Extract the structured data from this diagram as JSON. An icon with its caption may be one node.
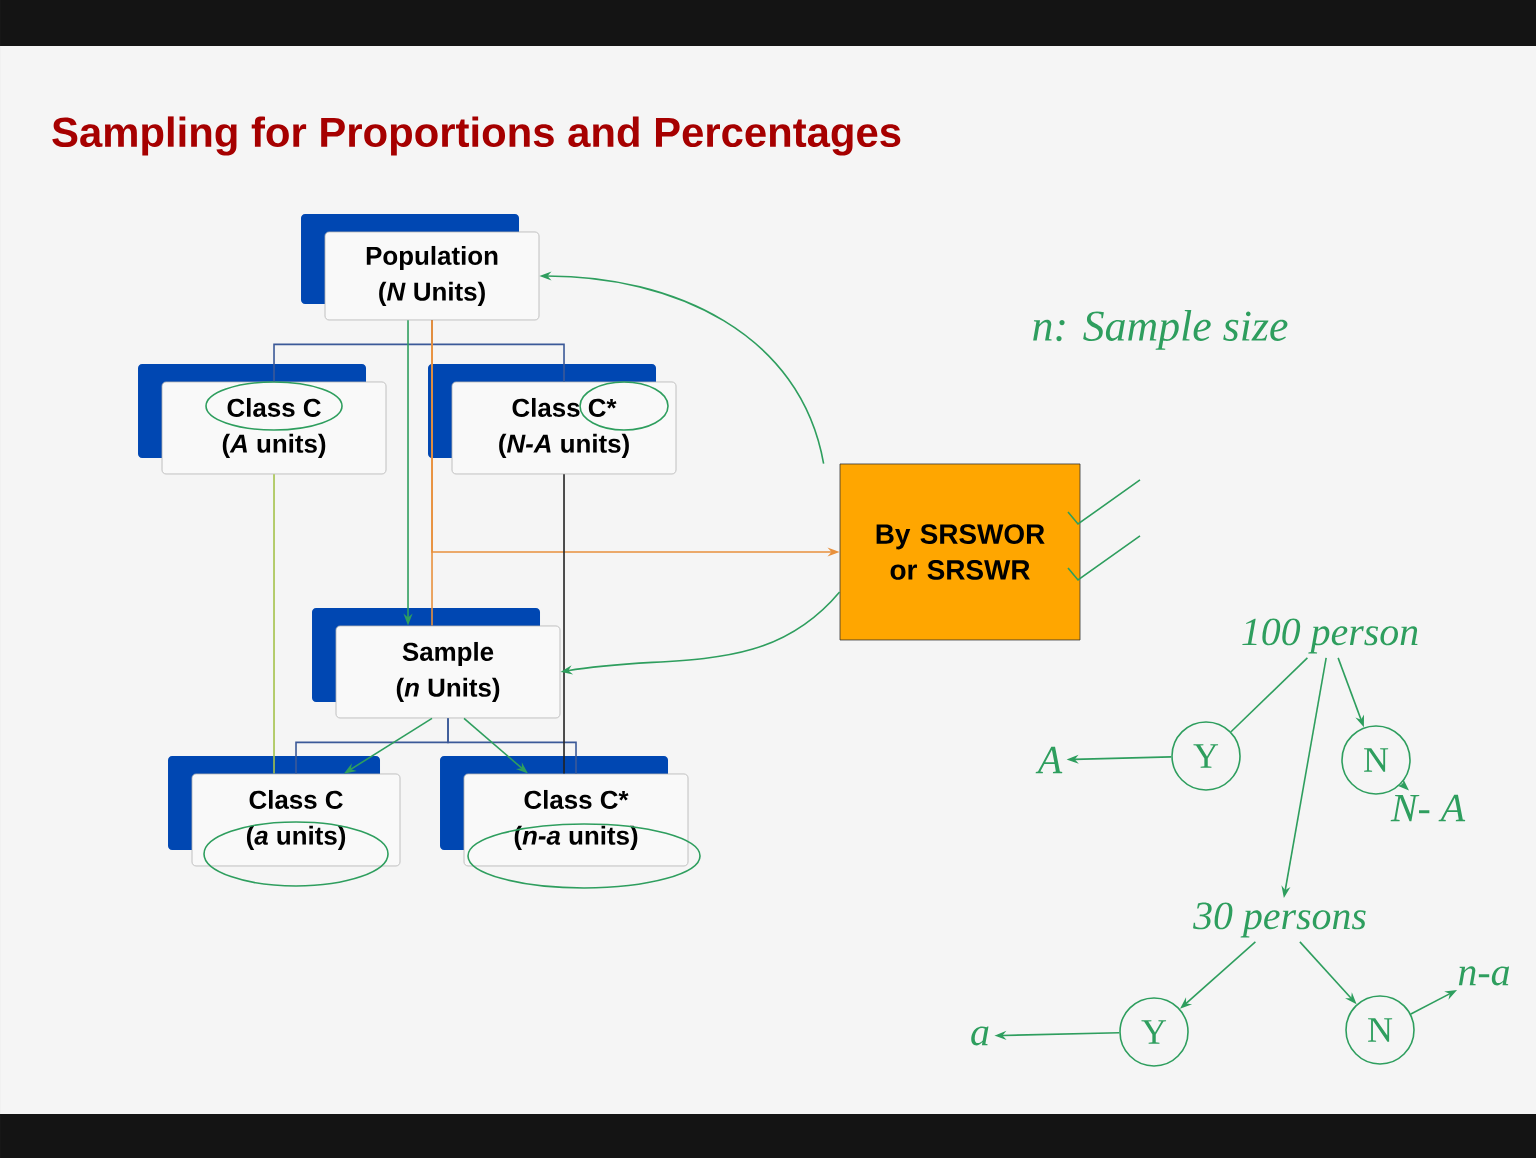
{
  "diagram": {
    "title": "Sampling for Proportions and Percentages",
    "nodes": [
      {
        "text": [
          "Population",
          "(*N* Units)"
        ]
      },
      {
        "text": [
          "Class C",
          "(*A* units)"
        ]
      },
      {
        "text": [
          "Class C*",
          "(*N-A* units)"
        ]
      },
      {
        "text": [
          "By SRSWOR or SRSWR"
        ]
      },
      {
        "text": [
          "Sample",
          "(*n* Units)"
        ]
      },
      {
        "text": [
          "Class C",
          "(*a* units)"
        ]
      },
      {
        "text": [
          "Class C*",
          "(*n-a* units)"
        ]
      },
      {
        "text": [
          "100 person"
        ]
      },
      {
        "text": [
          "Y"
        ]
      },
      {
        "text": [
          "N"
        ]
      },
      {
        "text": [
          "A"
        ]
      },
      {
        "text": [
          "N- A"
        ]
      },
      {
        "text": [
          "30 persons"
        ]
      },
      {
        "text": [
          "Y"
        ]
      },
      {
        "text": [
          "N"
        ]
      },
      {
        "text": [
          "a"
        ]
      },
      {
        "text": [
          "n-a"
        ]
      }
    ],
    "edges": [
      {
        "from": 0,
        "to": 1,
        "arrow": "none",
        "color": "#3b5998"
      },
      {
        "from": 0,
        "to": 2,
        "arrow": "none",
        "color": "#3b5998"
      },
      {
        "from": 4,
        "to": 5,
        "arrow": "none",
        "color": "#3b5998"
      },
      {
        "from": 4,
        "to": 6,
        "arrow": "none",
        "color": "#3b5998"
      },
      {
        "from": 0,
        "to": 3,
        "arrow": "to",
        "color": "#e8903c"
      },
      {
        "from": 0,
        "to": 4,
        "arrow": "none",
        "color": "#e8903c"
      },
      {
        "from": 1,
        "to": 5,
        "arrow": "none",
        "color": "#a4c24a"
      },
      {
        "from": 2,
        "to": 6,
        "arrow": "none",
        "color": "#222222"
      },
      {
        "from": 0,
        "to": 4,
        "arrow": "to"
      },
      {
        "from": 3,
        "to": 0,
        "arrow": "to"
      },
      {
        "from": 3,
        "to": 4,
        "arrow": "to"
      },
      {
        "from": 4,
        "to": 5,
        "arrow": "to"
      },
      {
        "from": 4,
        "to": 6,
        "arrow": "to"
      },
      {
        "from": 7,
        "to": 8,
        "arrow": "none"
      },
      {
        "from": 7,
        "to": 9,
        "arrow": "to"
      },
      {
        "from": 8,
        "to": 10,
        "arrow": "to"
      },
      {
        "from": 9,
        "to": 11,
        "arrow": "to"
      },
      {
        "from": 7,
        "to": 12,
        "arrow": "to"
      },
      {
        "from": 12,
        "to": 13,
        "arrow": "to"
      },
      {
        "from": 12,
        "to": 14,
        "arrow": "to"
      },
      {
        "from": 13,
        "to": 15,
        "arrow": "to"
      },
      {
        "from": 14,
        "to": 16,
        "arrow": "to"
      }
    ],
    "labels": [
      "n: Sample size"
    ]
  }
}
